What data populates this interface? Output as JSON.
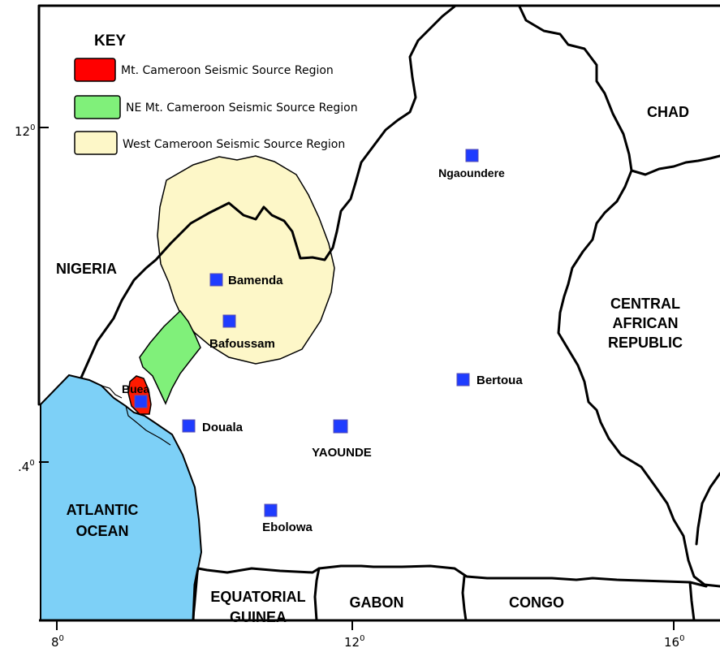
{
  "key": {
    "title": "KEY",
    "items": [
      {
        "label": "Mt. Cameroon Seismic Source Region",
        "color": "#ff0000"
      },
      {
        "label": "NE Mt. Cameroon Seismic Source Region",
        "color": "#80f07a"
      },
      {
        "label": "West Cameroon Seismic Source Region",
        "color": "#fdf7c8"
      }
    ]
  },
  "colors": {
    "ocean": "#7dd0f7",
    "city_marker": "#1f3cff",
    "border": "#000000"
  },
  "countries": {
    "chad": "CHAD",
    "nigeria": "NIGERIA",
    "car_line1": "CENTRAL",
    "car_line2": "AFRICAN",
    "car_line3": "REPUBLIC",
    "eq_guinea_line1": "EQUATORIAL",
    "eq_guinea_line2": "GUINEA",
    "gabon": "GABON",
    "congo": "CONGO",
    "ocean_line1": "ATLANTIC",
    "ocean_line2": "OCEAN"
  },
  "cities": {
    "ngaoundere": "Ngaoundere",
    "bamenda": "Bamenda",
    "bafoussam": "Bafoussam",
    "buea": "Buea",
    "douala": "Douala",
    "yaounde": "YAOUNDE",
    "bertoua": "Bertoua",
    "ebolowa": "Ebolowa"
  },
  "axes": {
    "lat_top": "12",
    "lat_bottom": ".4",
    "lon_left": "8",
    "lon_mid": "12",
    "lon_right": "16",
    "degree": "0"
  }
}
